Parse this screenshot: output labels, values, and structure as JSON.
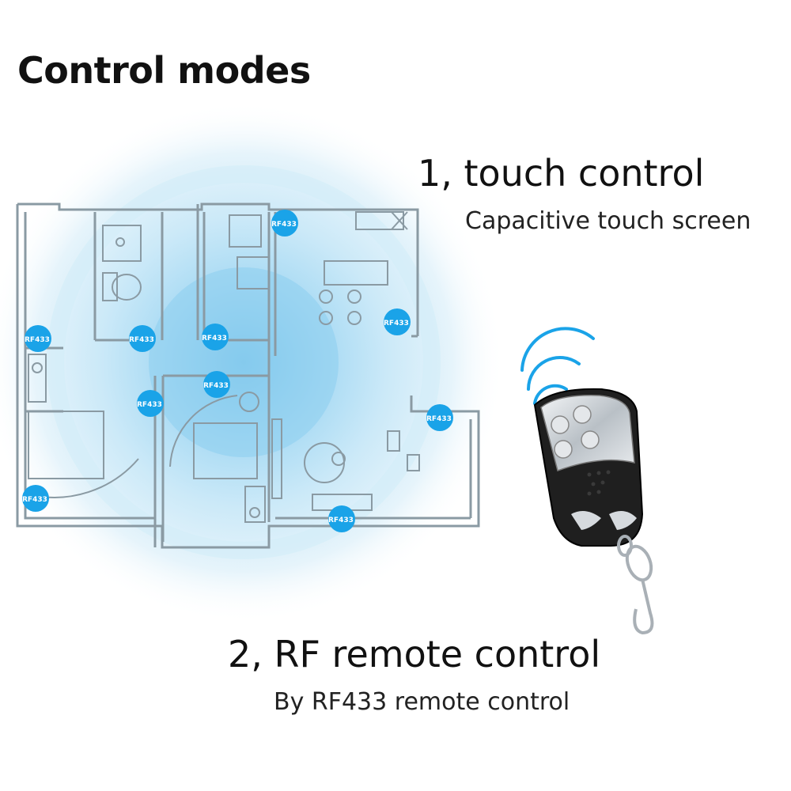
{
  "title": "Control modes",
  "modes": [
    {
      "heading": "1, touch control",
      "subtitle": "Capacitive touch screen"
    },
    {
      "heading": "2, RF remote control",
      "subtitle": "By RF433 remote control"
    }
  ],
  "node_label": "RF433",
  "colors": {
    "signal_blue": "#1aa3e8",
    "halo_light": "#e3f3fb",
    "halo_mid": "#bfe3f5",
    "halo_core": "#8fd0f0",
    "floorplan_line": "#8a9aa3",
    "remote_body": "#222222",
    "remote_metal": "#c9ced3"
  },
  "icons": [
    "wifi-signal-icon",
    "rf-remote-icon",
    "keyring-icon"
  ]
}
